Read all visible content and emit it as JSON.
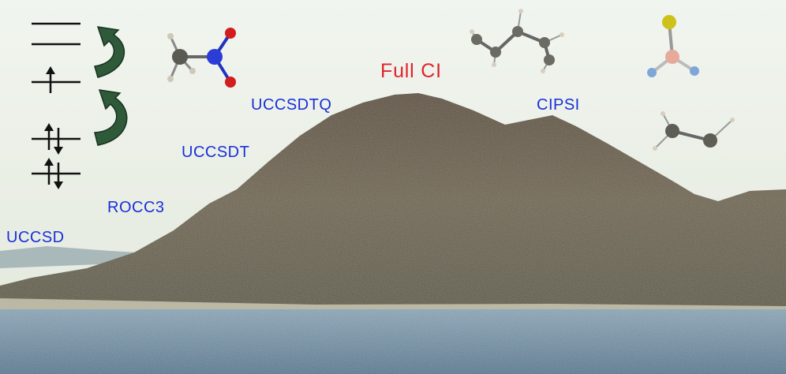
{
  "labels": {
    "uccsd": "UCCSD",
    "rocc3": "ROCC3",
    "uccsdt": "UCCSDT",
    "uccsdtq": "UCCSDTQ",
    "full_ci": "Full CI",
    "cipsi": "CIPSI"
  },
  "colors": {
    "method_label": "#1a2fd8",
    "peak_label": "#e0232b",
    "mountain": "#6b5f4c",
    "water": "#6e8ea6",
    "sky": "#eef2ec",
    "arrow": "#2f5a3a"
  },
  "icons": [
    "orbital-diagram-icon",
    "excitation-arrow-icon",
    "methylnitro-molecule-icon",
    "butadiene-molecule-icon",
    "sulfur-molecule-icon",
    "ethynyl-molecule-icon"
  ]
}
